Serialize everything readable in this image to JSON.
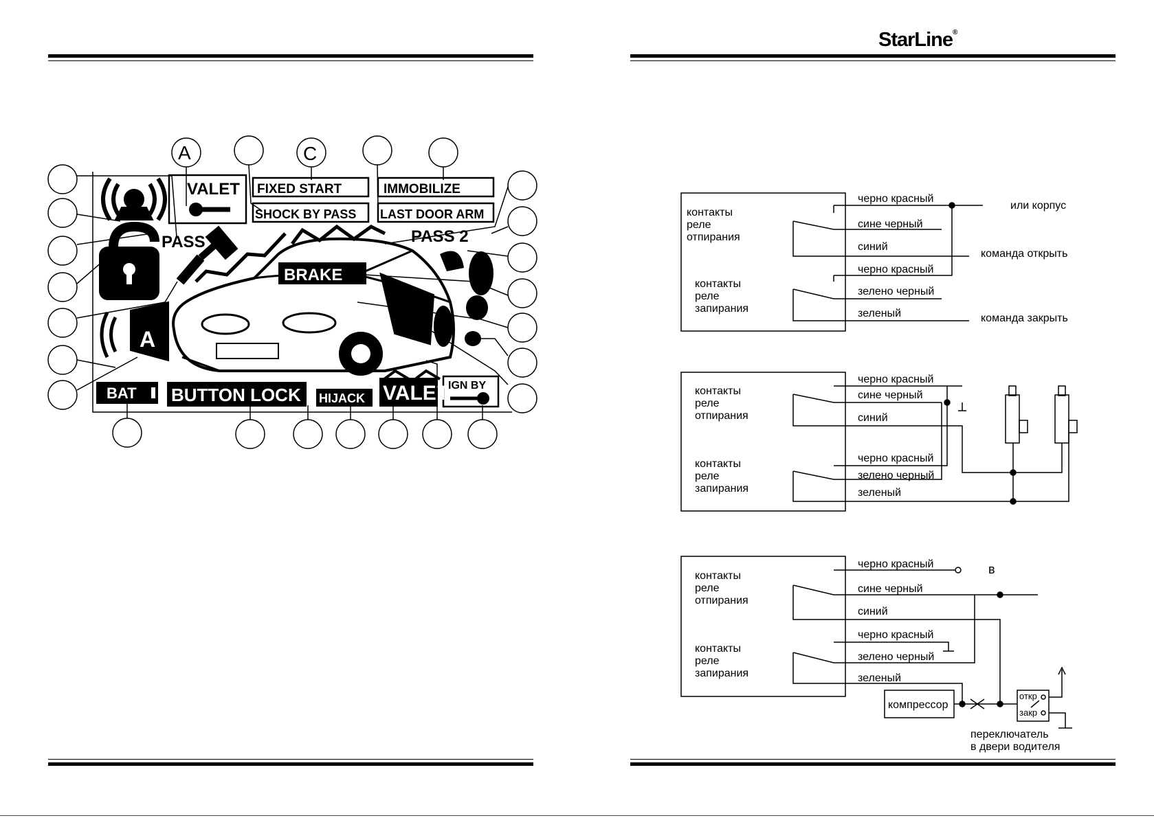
{
  "brand": {
    "logo_text": "StarLine"
  },
  "lcd": {
    "labels": {
      "valet_top": "VALET",
      "fixed_start": "FIXED START",
      "immobilize": "IMMOBILIZE",
      "shock_by_pass": "SHOCK BY PASS",
      "last_door_arm": "LAST DOOR ARM",
      "pass": "PASS",
      "pass2": "PASS 2",
      "brake": "BRAKE",
      "bat": "BAT",
      "button_lock": "BUTTON LOCK",
      "hijack": "HIJACK",
      "valet_bottom": "VALET",
      "ign_by": "IGN BY",
      "a_symbol": "A"
    },
    "callout_letters": [
      "A",
      "C"
    ]
  },
  "diagram1": {
    "relay_unlock": [
      "контакты",
      "реле",
      "отпирания"
    ],
    "relay_lock": [
      "контакты",
      "реле",
      "запирания"
    ],
    "wires": [
      "черно красный",
      "сине черный",
      "синий",
      "черно красный",
      "зелено черный",
      "зеленый"
    ],
    "right_labels": {
      "ground": "или корпус",
      "open_cmd": "команда открыть",
      "close_cmd": "команда закрыть"
    }
  },
  "diagram2": {
    "relay_unlock": [
      "контакты",
      "реле",
      "отпирания"
    ],
    "relay_lock": [
      "контакты",
      "реле",
      "запирания"
    ],
    "wires": [
      "черно красный",
      "сине черный",
      "синий",
      "черно красный",
      "зелено черный",
      "зеленый"
    ]
  },
  "diagram3": {
    "relay_unlock": [
      "контакты",
      "реле",
      "отпирания"
    ],
    "relay_lock": [
      "контакты",
      "реле",
      "запирания"
    ],
    "wires": [
      "черно красный",
      "сине черный",
      "синий",
      "черно красный",
      "зелено черный",
      "зеленый"
    ],
    "b_label": "в",
    "compressor": "компрессор",
    "switch_open": "откр",
    "switch_close": "закр",
    "switch_caption": [
      "переключатель",
      "в двери водителя"
    ]
  }
}
